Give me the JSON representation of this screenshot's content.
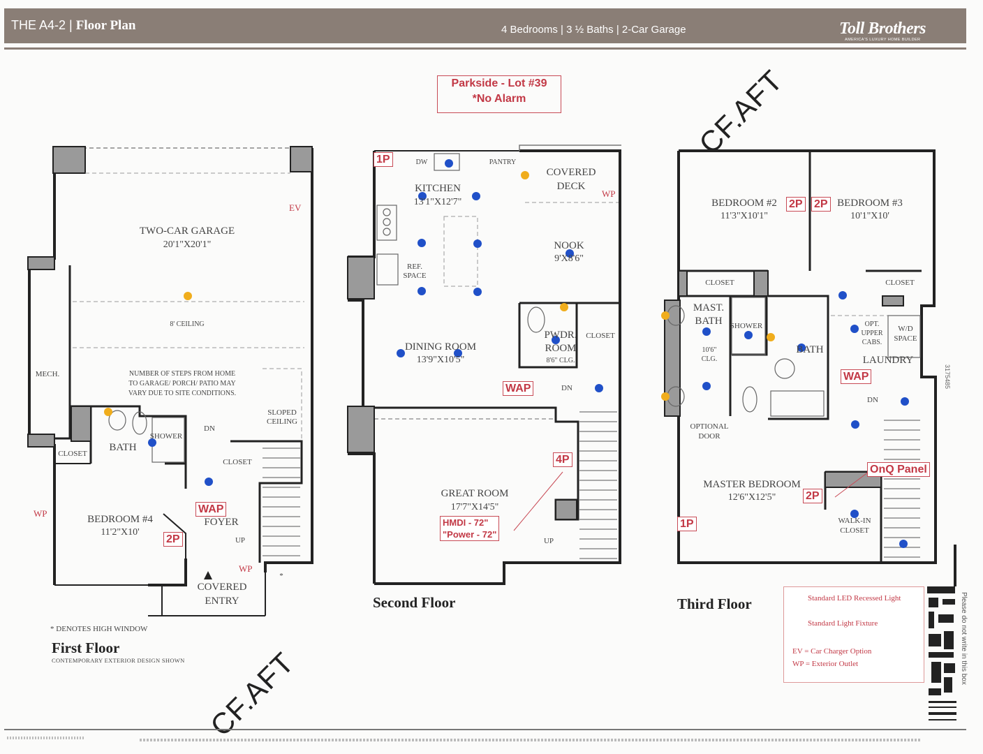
{
  "header": {
    "plan_name": "THE A4-2",
    "plan_type": "Floor Plan",
    "specs": "4 Bedrooms  |  3 ½ Baths  |  2-Car Garage",
    "brand": "Toll Brothers",
    "brand_tagline": "AMERICA'S LUXURY HOME BUILDER"
  },
  "note": {
    "line1": "Parkside - Lot #39",
    "line2": "*No Alarm"
  },
  "stamps": [
    "CF.AFT",
    "CF.AFT"
  ],
  "colors": {
    "led_light": "#2050c8",
    "light_fixture": "#f0ad1c",
    "annotation_red": "#c23845",
    "wall": "#222222",
    "header": "#8a7e76"
  },
  "first_floor": {
    "name": "First Floor",
    "subtitle": "CONTEMPORARY EXTERIOR DESIGN SHOWN",
    "high_window_note": "* DENOTES HIGH WINDOW",
    "rooms": {
      "garage": "TWO-CAR GARAGE",
      "garage_dim": "20'1\"X20'1\"",
      "ceiling": "8' CEILING",
      "steps_note_1": "NUMBER OF STEPS FROM HOME",
      "steps_note_2": "TO GARAGE/ PORCH/ PATIO MAY",
      "steps_note_3": "VARY DUE TO SITE CONDITIONS.",
      "mech": "MECH.",
      "sloped_1": "SLOPED",
      "sloped_2": "CEILING",
      "closet_a": "CLOSET",
      "bath": "BATH",
      "shower": "SHOWER",
      "dn": "DN",
      "closet_b": "CLOSET",
      "bedroom": "BEDROOM #4",
      "bedroom_dim": "11'2\"X10'",
      "foyer": "FOYER",
      "up": "UP",
      "covered_1": "COVERED",
      "covered_2": "ENTRY",
      "ev": "EV",
      "wp_left": "WP",
      "wp_entry": "WP",
      "star": "*"
    },
    "tags": {
      "wap": "WAP",
      "outlet": "2P"
    }
  },
  "second_floor": {
    "name": "Second Floor",
    "rooms": {
      "dw": "DW",
      "pantry": "PANTRY",
      "covered_deck_1": "COVERED",
      "covered_deck_2": "DECK",
      "wp": "WP",
      "kitchen": "KITCHEN",
      "kitchen_dim": "13'1\"X12'7\"",
      "ref_1": "REF.",
      "ref_2": "SPACE",
      "nook": "NOOK",
      "nook_dim": "9'X8'6\"",
      "dining": "DINING ROOM",
      "dining_dim": "13'9\"X10'5\"",
      "pwdr_1": "PWDR.",
      "pwdr_2": "ROOM",
      "pwdr_clg": "8'6\" CLG.",
      "closet": "CLOSET",
      "dn": "DN",
      "great": "GREAT ROOM",
      "great_dim": "17'7\"X14'5\"",
      "up": "UP"
    },
    "tags": {
      "p1": "1P",
      "wap": "WAP",
      "p4": "4P",
      "hdmi": "HMDI - 72\"",
      "power": "\"Power - 72\""
    }
  },
  "third_floor": {
    "name": "Third Floor",
    "rooms": {
      "bed2": "BEDROOM #2",
      "bed2_dim": "11'3\"X10'1\"",
      "bed3": "BEDROOM #3",
      "bed3_dim": "10'1\"X10'",
      "closet_a": "CLOSET",
      "closet_b": "CLOSET",
      "mast_1": "MAST.",
      "mast_2": "BATH",
      "shower": "SHOWER",
      "clg_1": "10'6\"",
      "clg_2": "CLG.",
      "bath": "BATH",
      "opt_1": "OPT.",
      "opt_2": "UPPER",
      "opt_3": "CABS.",
      "wd_1": "W/D",
      "wd_2": "SPACE",
      "laundry": "LAUNDRY",
      "dn": "DN",
      "optional_1": "OPTIONAL",
      "optional_2": "DOOR",
      "master": "MASTER BEDROOM",
      "master_dim": "12'6\"X12'5\"",
      "walkin_1": "WALK-IN",
      "walkin_2": "CLOSET"
    },
    "tags": {
      "bed2_outlet": "2P",
      "bed3_outlet": "2P",
      "wap": "WAP",
      "onq": "OnQ Panel",
      "master_outlet": "2P",
      "p1": "1P"
    }
  },
  "legend": {
    "led": "Standard LED Recessed Light",
    "fixture": "Standard Light Fixture",
    "ev": "EV = Car Charger Option",
    "wp": "WP = Exterior Outlet"
  },
  "side_code": "3175485",
  "side_note": "Please do not write in this box"
}
